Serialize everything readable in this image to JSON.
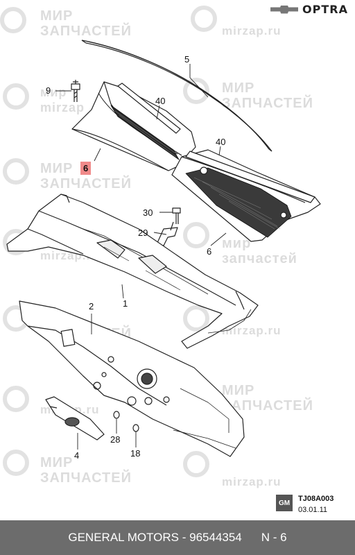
{
  "brand": {
    "logo_icon": "chevrolet-bowtie-icon",
    "model": "OPTRA"
  },
  "watermark": {
    "line1": "МИР",
    "line2": "ЗАПЧАСТЕЙ",
    "line2_lower": "запчастей",
    "line1_lower": "мир",
    "site": "mirzap.ru",
    "site_short": "mirzap"
  },
  "callouts": {
    "p1": "1",
    "p2": "2",
    "p4": "4",
    "p5": "5",
    "p6_highlight": "6",
    "p6": "6",
    "p9": "9",
    "p18": "18",
    "p28": "28",
    "p29": "29",
    "p30": "30",
    "p40a": "40",
    "p40b": "40"
  },
  "diagram_code": {
    "logo": "GM",
    "code": "TJ08A003",
    "date": "03.01.11"
  },
  "footer": {
    "part": "GENERAL MOTORS - 96544354",
    "page": "N - 6"
  },
  "colors": {
    "highlight": "#f08a8a",
    "footer_bg": "#6c6c6c"
  }
}
